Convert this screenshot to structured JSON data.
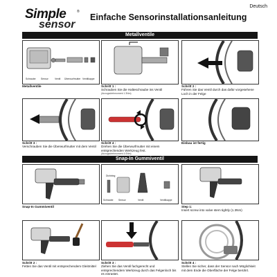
{
  "header": {
    "language": "Deutsch",
    "logo_word1": "Simple",
    "logo_word2": "sensor",
    "logo_reg": "®",
    "title": "Einfache Sensorinstallationsanleitung"
  },
  "sections": {
    "metal": "Metallventile",
    "snapin": "Snap-In Gummiventil"
  },
  "metal": {
    "p1": {
      "caption": "Metallventile",
      "labels": [
        "Schraube",
        "Sensor",
        "Ventil",
        "Überwurfmutter",
        "Ventilkappe"
      ]
    },
    "p2": {
      "step": "Schritt 1 :",
      "text": "Schrauben Sie die Halteschraube ins Ventil",
      "small": "(Anzugsdrehmoment 1.3Nm)"
    },
    "p3": {
      "step": "Schritt 2 :",
      "text": "Führen Sie das Ventil durch das dafür vorgesehene Loch in der Felge"
    },
    "p4": {
      "step": "Schritt 3 :",
      "text": "Verschrauben Sie die Überwurfmutter mit dem Ventil"
    },
    "p5": {
      "step": "Schritt 4 :",
      "text": "Drehen Sie die Überwurfmutter mit einem entsprechenden Werkzeug fest.",
      "small": "(Anzugsdrehmoment 4.0Nm)"
    },
    "p6": {
      "caption": "Einbau ist fertig"
    }
  },
  "snapin": {
    "p1": {
      "caption": "Snap-In Gummiventil",
      "labels": [
        "Schraube",
        "Sensor",
        "Ventil",
        "Ventilkappe"
      ],
      "ring": "Dichtring"
    },
    "p2": {
      "step": "Step 1:",
      "text": "Insert screw into valve stem tightly (1.3Nm)"
    },
    "p3": {
      "step": "Schritt 2 :",
      "text": "Fetten Sie das Ventil mit entsprechendem Gleitmittel"
    },
    "p4": {
      "step": "Schritt 3 :",
      "text": "Ziehen Sie das Ventil fachgerecht und entsprechendem Werkzeug durch das Felgenloch bis es einrastet."
    },
    "p5": {
      "step": "Schritt 4 :",
      "text": "Stellen Sie sicher, dass der Sensor nach Möglichkeit mit dem Ende die Oberfläche der Felge berührt."
    }
  }
}
